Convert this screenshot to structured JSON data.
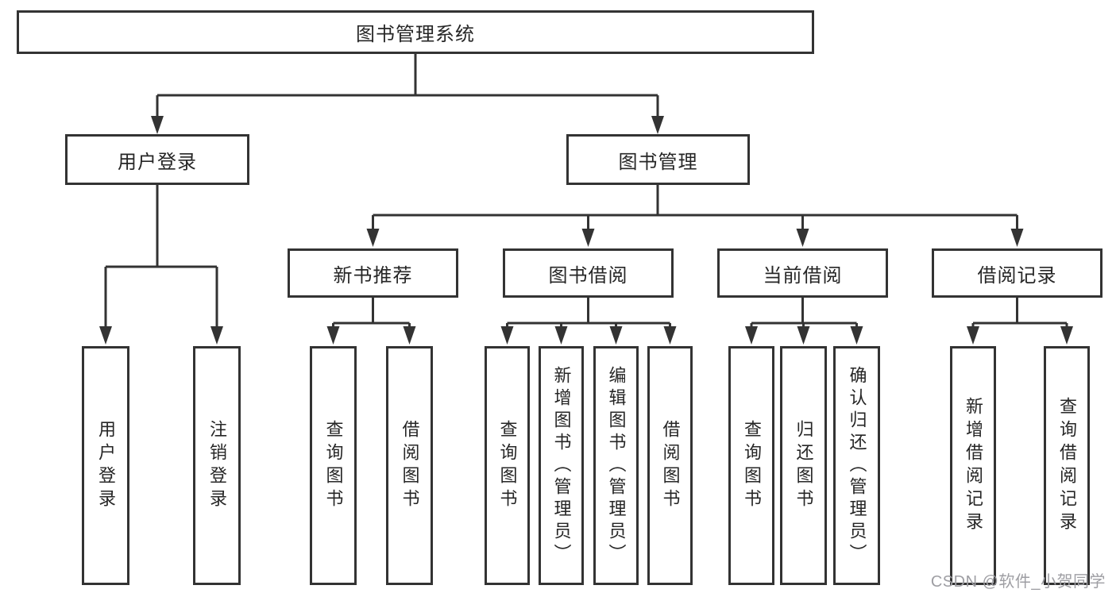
{
  "nodes": {
    "root": "图书管理系统",
    "user_login": "用户登录",
    "book_manage": "图书管理",
    "new_book_rec": "新书推荐",
    "book_borrow": "图书借阅",
    "current_borrow": "当前借阅",
    "borrow_records": "借阅记录",
    "leaf_user_login": "用户登录",
    "leaf_logout": "注销登录",
    "leaf_query_book_rec": "查询图书",
    "leaf_borrow_book_rec": "借阅图书",
    "leaf_query_book_borrow": "查询图书",
    "leaf_add_book_admin": "新增图书（管理员）",
    "leaf_edit_book_admin": "编辑图书（管理员）",
    "leaf_borrow_book_borrow": "借阅图书",
    "leaf_query_book_current": "查询图书",
    "leaf_return_book": "归还图书",
    "leaf_confirm_return_admin": "确认归还（管理员）",
    "leaf_add_borrow_record": "新增借阅记录",
    "leaf_query_borrow_record": "查询借阅记录"
  },
  "watermark": "CSDN @软件_小贺同学",
  "colors": {
    "line": "#333333",
    "text": "#262626",
    "watermark": "#9e9ea3"
  }
}
